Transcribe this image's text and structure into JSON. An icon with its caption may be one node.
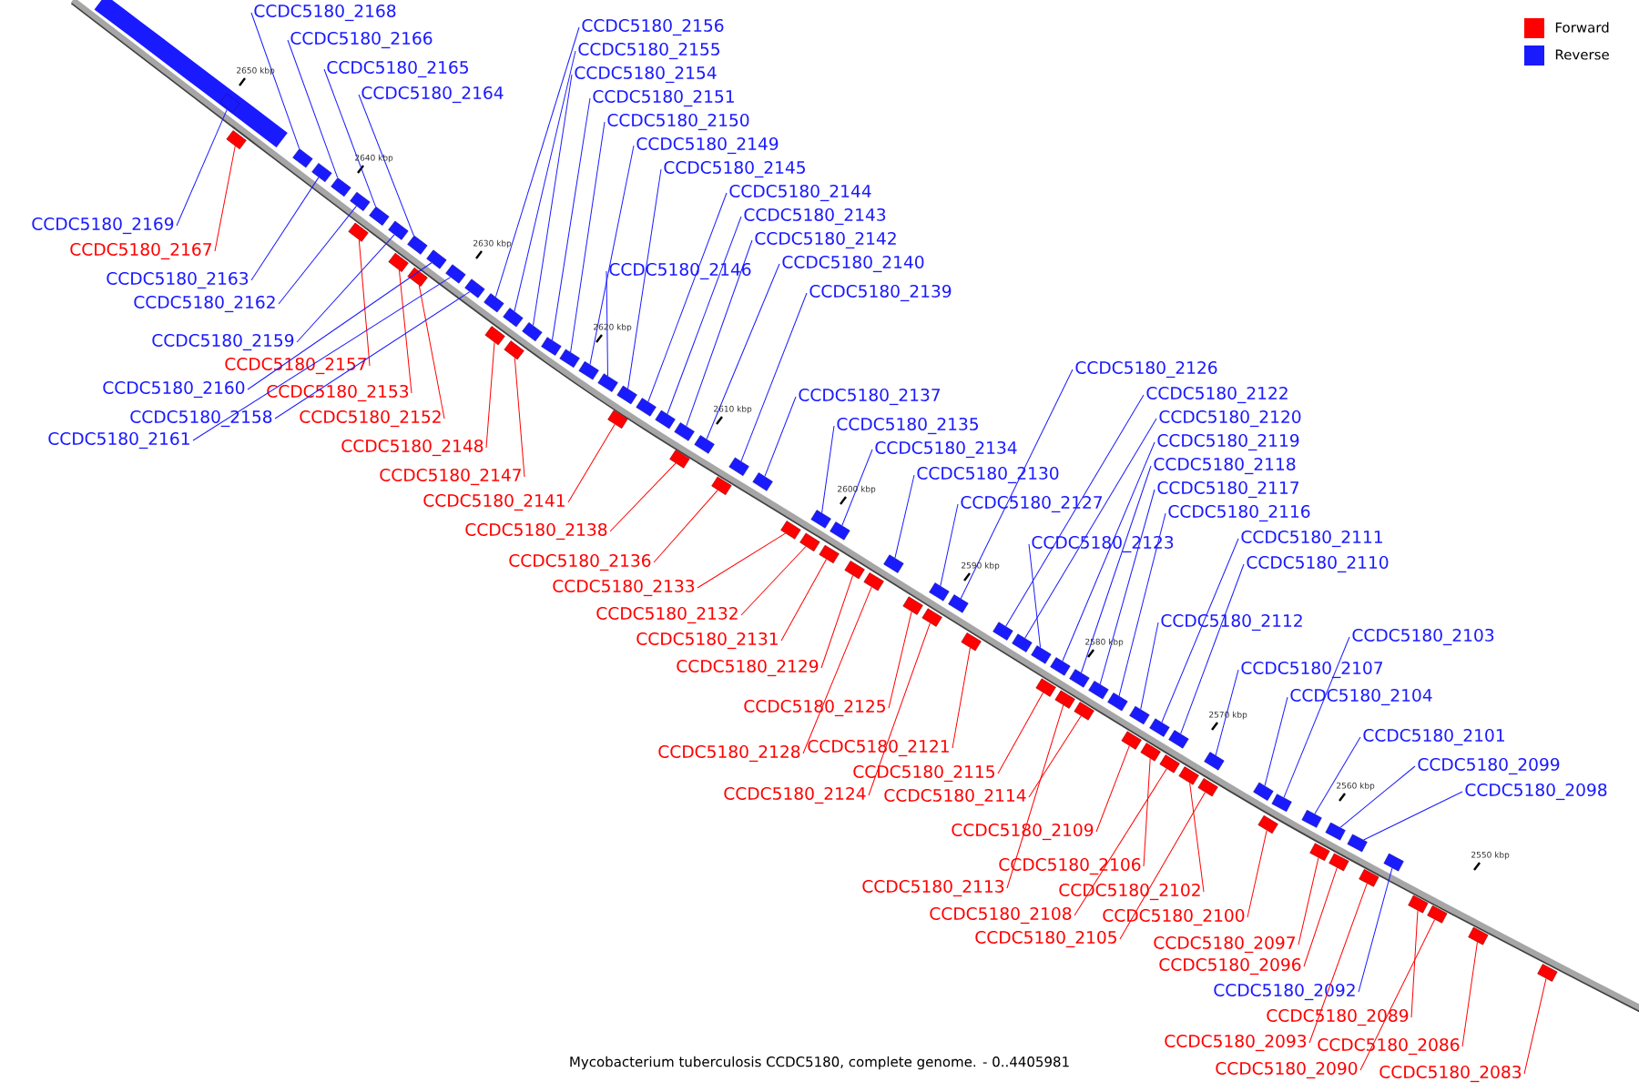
{
  "diagram": {
    "caption": "Mycobacterium tuberculosis CCDC5180, complete genome. - 0..4405981",
    "nodes": [
      {
        "text": [
          "CCDC5180_2168"
        ]
      },
      {
        "text": [
          "CCDC5180_2166"
        ]
      },
      {
        "text": [
          "CCDC5180_2165"
        ]
      },
      {
        "text": [
          "CCDC5180_2164"
        ]
      },
      {
        "text": [
          "CCDC5180_2156"
        ]
      },
      {
        "text": [
          "CCDC5180_2155"
        ]
      },
      {
        "text": [
          "CCDC5180_2154"
        ]
      },
      {
        "text": [
          "CCDC5180_2151"
        ]
      },
      {
        "text": [
          "CCDC5180_2150"
        ]
      },
      {
        "text": [
          "CCDC5180_2149"
        ]
      },
      {
        "text": [
          "CCDC5180_2145"
        ]
      },
      {
        "text": [
          "CCDC5180_2144"
        ]
      },
      {
        "text": [
          "CCDC5180_2143"
        ]
      },
      {
        "text": [
          "CCDC5180_2142"
        ]
      },
      {
        "text": [
          "CCDC5180_2140"
        ]
      },
      {
        "text": [
          "CCDC5180_2146"
        ]
      },
      {
        "text": [
          "CCDC5180_2139"
        ]
      },
      {
        "text": [
          "CCDC5180_2169"
        ]
      },
      {
        "text": [
          "CCDC5180_2167"
        ]
      },
      {
        "text": [
          "CCDC5180_2163"
        ]
      },
      {
        "text": [
          "CCDC5180_2162"
        ]
      },
      {
        "text": [
          "CCDC5180_2159"
        ]
      },
      {
        "text": [
          "CCDC5180_2157"
        ]
      },
      {
        "text": [
          "CCDC5180_2160"
        ]
      },
      {
        "text": [
          "CCDC5180_2153"
        ]
      },
      {
        "text": [
          "CCDC5180_2158"
        ]
      },
      {
        "text": [
          "CCDC5180_2152"
        ]
      },
      {
        "text": [
          "CCDC5180_2161"
        ]
      },
      {
        "text": [
          "CCDC5180_2148"
        ]
      },
      {
        "text": [
          "CCDC5180_2147"
        ]
      },
      {
        "text": [
          "CCDC5180_2137"
        ]
      },
      {
        "text": [
          "CCDC5180_2135"
        ]
      },
      {
        "text": [
          "CCDC5180_2134"
        ]
      },
      {
        "text": [
          "CCDC5180_2130"
        ]
      },
      {
        "text": [
          "CCDC5180_2127"
        ]
      },
      {
        "text": [
          "CCDC5180_2126"
        ]
      },
      {
        "text": [
          "CCDC5180_2122"
        ]
      },
      {
        "text": [
          "CCDC5180_2120"
        ]
      },
      {
        "text": [
          "CCDC5180_2119"
        ]
      },
      {
        "text": [
          "CCDC5180_2118"
        ]
      },
      {
        "text": [
          "CCDC5180_2117"
        ]
      },
      {
        "text": [
          "CCDC5180_2116"
        ]
      },
      {
        "text": [
          "CCDC5180_2123"
        ]
      },
      {
        "text": [
          "CCDC5180_2111"
        ]
      },
      {
        "text": [
          "CCDC5180_2110"
        ]
      },
      {
        "text": [
          "CCDC5180_2112"
        ]
      },
      {
        "text": [
          "CCDC5180_2141"
        ]
      },
      {
        "text": [
          "CCDC5180_2138"
        ]
      },
      {
        "text": [
          "CCDC5180_2136"
        ]
      },
      {
        "text": [
          "CCDC5180_2133"
        ]
      },
      {
        "text": [
          "CCDC5180_2132"
        ]
      },
      {
        "text": [
          "CCDC5180_2131"
        ]
      },
      {
        "text": [
          "CCDC5180_2129"
        ]
      },
      {
        "text": [
          "CCDC5180_2125"
        ]
      },
      {
        "text": [
          "CCDC5180_2128"
        ]
      },
      {
        "text": [
          "CCDC5180_2121"
        ]
      },
      {
        "text": [
          "CCDC5180_2115"
        ]
      },
      {
        "text": [
          "CCDC5180_2124"
        ]
      },
      {
        "text": [
          "CCDC5180_2114"
        ]
      },
      {
        "text": [
          "CCDC5180_2109"
        ]
      },
      {
        "text": [
          "CCDC5180_2106"
        ]
      },
      {
        "text": [
          "CCDC5180_2113"
        ]
      },
      {
        "text": [
          "CCDC5180_2102"
        ]
      },
      {
        "text": [
          "CCDC5180_2108"
        ]
      },
      {
        "text": [
          "CCDC5180_2105"
        ]
      },
      {
        "text": [
          "CCDC5180_2100"
        ]
      },
      {
        "text": [
          "CCDC5180_2103"
        ]
      },
      {
        "text": [
          "CCDC5180_2107"
        ]
      },
      {
        "text": [
          "CCDC5180_2104"
        ]
      },
      {
        "text": [
          "CCDC5180_2101"
        ]
      },
      {
        "text": [
          "CCDC5180_2099"
        ]
      },
      {
        "text": [
          "CCDC5180_2098"
        ]
      },
      {
        "text": [
          "CCDC5180_2097"
        ]
      },
      {
        "text": [
          "CCDC5180_2096"
        ]
      },
      {
        "text": [
          "CCDC5180_2092"
        ]
      },
      {
        "text": [
          "CCDC5180_2089"
        ]
      },
      {
        "text": [
          "CCDC5180_2093"
        ]
      },
      {
        "text": [
          "CCDC5180_2086"
        ]
      },
      {
        "text": [
          "CCDC5180_2090"
        ]
      },
      {
        "text": [
          "CCDC5180_2083"
        ]
      },
      {
        "text": [],
        "shape": "box"
      },
      {
        "text": [],
        "shape": "box"
      },
      {
        "text": [],
        "shape": "box"
      },
      {
        "text": [],
        "shape": "box"
      },
      {
        "text": [],
        "shape": "box"
      },
      {
        "text": [],
        "shape": "box"
      },
      {
        "text": [],
        "shape": "box"
      },
      {
        "text": [],
        "shape": "box"
      },
      {
        "text": [],
        "shape": "box"
      },
      {
        "text": [],
        "shape": "box"
      },
      {
        "text": [],
        "shape": "box"
      },
      {
        "text": [],
        "shape": "box"
      },
      {
        "text": [],
        "shape": "box"
      },
      {
        "text": [],
        "shape": "box"
      },
      {
        "text": [],
        "shape": "box"
      },
      {
        "text": [],
        "shape": "box"
      },
      {
        "text": [],
        "shape": "box"
      },
      {
        "text": [],
        "shape": "box"
      },
      {
        "text": [],
        "shape": "box"
      },
      {
        "text": [],
        "shape": "box"
      },
      {
        "text": [],
        "shape": "box"
      },
      {
        "text": [],
        "shape": "box"
      },
      {
        "text": [],
        "shape": "box"
      },
      {
        "text": [],
        "shape": "box"
      },
      {
        "text": [],
        "shape": "box"
      },
      {
        "text": [],
        "shape": "box"
      },
      {
        "text": [],
        "shape": "box"
      },
      {
        "text": [],
        "shape": "box"
      },
      {
        "text": [],
        "shape": "box"
      },
      {
        "text": [],
        "shape": "box"
      },
      {
        "text": [],
        "shape": "box"
      },
      {
        "text": [],
        "shape": "box"
      },
      {
        "text": [],
        "shape": "box"
      },
      {
        "text": [],
        "shape": "box"
      },
      {
        "text": [],
        "shape": "box"
      },
      {
        "text": [],
        "shape": "box"
      },
      {
        "text": [],
        "shape": "box"
      },
      {
        "text": [],
        "shape": "box"
      },
      {
        "text": [],
        "shape": "box"
      },
      {
        "text": [],
        "shape": "box"
      },
      {
        "text": [],
        "shape": "box"
      },
      {
        "text": [],
        "shape": "box"
      },
      {
        "text": [],
        "shape": "box"
      },
      {
        "text": [],
        "shape": "box"
      },
      {
        "text": [],
        "shape": "box"
      },
      {
        "text": [],
        "shape": "box"
      },
      {
        "text": [],
        "shape": "box"
      },
      {
        "text": [],
        "shape": "box"
      },
      {
        "text": [],
        "shape": "box"
      },
      {
        "text": [],
        "shape": "box"
      },
      {
        "text": [],
        "shape": "box"
      },
      {
        "text": [],
        "shape": "box"
      },
      {
        "text": [],
        "shape": "box"
      },
      {
        "text": [],
        "shape": "box"
      },
      {
        "text": [],
        "shape": "box"
      },
      {
        "text": [],
        "shape": "box"
      },
      {
        "text": [],
        "shape": "box"
      },
      {
        "text": [],
        "shape": "box"
      },
      {
        "text": [],
        "shape": "box"
      },
      {
        "text": [],
        "shape": "box"
      },
      {
        "text": [],
        "shape": "box"
      },
      {
        "text": [],
        "shape": "box"
      },
      {
        "text": [],
        "shape": "box"
      },
      {
        "text": [],
        "shape": "box"
      },
      {
        "text": [],
        "shape": "box"
      },
      {
        "text": [],
        "shape": "box"
      },
      {
        "text": [],
        "shape": "box"
      },
      {
        "text": [],
        "shape": "box"
      },
      {
        "text": [],
        "shape": "box"
      },
      {
        "text": [],
        "shape": "box"
      },
      {
        "text": [],
        "shape": "box"
      },
      {
        "text": [],
        "shape": "box"
      },
      {
        "text": [],
        "shape": "box"
      },
      {
        "text": [],
        "shape": "box"
      },
      {
        "text": [],
        "shape": "box"
      },
      {
        "text": [],
        "shape": "box"
      },
      {
        "text": [],
        "shape": "box"
      },
      {
        "text": [],
        "shape": "box"
      },
      {
        "text": [],
        "shape": "box"
      },
      {
        "text": [],
        "shape": "box"
      }
    ],
    "edges": [
      {
        "from": 0,
        "to": 82,
        "arrow": "none"
      },
      {
        "from": 1,
        "to": 84,
        "arrow": "none"
      },
      {
        "from": 2,
        "to": 87,
        "arrow": "none"
      },
      {
        "from": 3,
        "to": 90,
        "arrow": "none"
      },
      {
        "from": 4,
        "to": 95,
        "arrow": "none"
      },
      {
        "from": 5,
        "to": 97,
        "arrow": "none"
      },
      {
        "from": 6,
        "to": 99,
        "arrow": "none"
      },
      {
        "from": 7,
        "to": 100,
        "arrow": "none"
      },
      {
        "from": 8,
        "to": 101,
        "arrow": "none"
      },
      {
        "from": 9,
        "to": 102,
        "arrow": "none"
      },
      {
        "from": 10,
        "to": 104,
        "arrow": "none"
      },
      {
        "from": 11,
        "to": 106,
        "arrow": "none"
      },
      {
        "from": 12,
        "to": 107,
        "arrow": "none"
      },
      {
        "from": 13,
        "to": 108,
        "arrow": "none"
      },
      {
        "from": 14,
        "to": 110,
        "arrow": "none"
      },
      {
        "from": 15,
        "to": 103,
        "arrow": "none"
      },
      {
        "from": 16,
        "to": 112,
        "arrow": "none"
      },
      {
        "from": 17,
        "to": 80,
        "arrow": "none"
      },
      {
        "from": 18,
        "to": 81,
        "arrow": "none",
        "color": "#ff0000"
      },
      {
        "from": 19,
        "to": 83,
        "arrow": "none"
      },
      {
        "from": 20,
        "to": 85,
        "arrow": "none"
      },
      {
        "from": 21,
        "to": 88,
        "arrow": "none"
      },
      {
        "from": 22,
        "to": 86,
        "arrow": "none",
        "color": "#ff0000"
      },
      {
        "from": 23,
        "to": 92,
        "arrow": "none"
      },
      {
        "from": 24,
        "to": 89,
        "arrow": "none",
        "color": "#ff0000"
      },
      {
        "from": 25,
        "to": 94,
        "arrow": "none"
      },
      {
        "from": 26,
        "to": 91,
        "arrow": "none",
        "color": "#ff0000"
      },
      {
        "from": 27,
        "to": 93,
        "arrow": "none"
      },
      {
        "from": 28,
        "to": 96,
        "arrow": "none",
        "color": "#ff0000"
      },
      {
        "from": 29,
        "to": 98,
        "arrow": "none",
        "color": "#ff0000"
      },
      {
        "from": 30,
        "to": 113,
        "arrow": "none"
      },
      {
        "from": 31,
        "to": 115,
        "arrow": "none"
      },
      {
        "from": 32,
        "to": 117,
        "arrow": "none"
      },
      {
        "from": 33,
        "to": 121,
        "arrow": "none"
      },
      {
        "from": 34,
        "to": 123,
        "arrow": "none"
      },
      {
        "from": 35,
        "to": 125,
        "arrow": "none"
      },
      {
        "from": 36,
        "to": 127,
        "arrow": "none"
      },
      {
        "from": 37,
        "to": 128,
        "arrow": "none"
      },
      {
        "from": 38,
        "to": 131,
        "arrow": "none"
      },
      {
        "from": 39,
        "to": 133,
        "arrow": "none"
      },
      {
        "from": 40,
        "to": 135,
        "arrow": "none"
      },
      {
        "from": 41,
        "to": 136,
        "arrow": "none"
      },
      {
        "from": 42,
        "to": 129,
        "arrow": "none"
      },
      {
        "from": 43,
        "to": 139,
        "arrow": "none"
      },
      {
        "from": 44,
        "to": 141,
        "arrow": "none"
      },
      {
        "from": 45,
        "to": 137,
        "arrow": "none"
      },
      {
        "from": 46,
        "to": 105,
        "arrow": "none",
        "color": "#ff0000"
      },
      {
        "from": 47,
        "to": 109,
        "arrow": "none",
        "color": "#ff0000"
      },
      {
        "from": 48,
        "to": 111,
        "arrow": "none",
        "color": "#ff0000"
      },
      {
        "from": 49,
        "to": 114,
        "arrow": "none",
        "color": "#ff0000"
      },
      {
        "from": 50,
        "to": 116,
        "arrow": "none",
        "color": "#ff0000"
      },
      {
        "from": 51,
        "to": 118,
        "arrow": "none",
        "color": "#ff0000"
      },
      {
        "from": 52,
        "to": 119,
        "arrow": "none",
        "color": "#ff0000"
      },
      {
        "from": 53,
        "to": 122,
        "arrow": "none",
        "color": "#ff0000"
      },
      {
        "from": 54,
        "to": 120,
        "arrow": "none",
        "color": "#ff0000"
      },
      {
        "from": 55,
        "to": 126,
        "arrow": "none",
        "color": "#ff0000"
      },
      {
        "from": 56,
        "to": 130,
        "arrow": "none",
        "color": "#ff0000"
      },
      {
        "from": 57,
        "to": 124,
        "arrow": "none",
        "color": "#ff0000"
      },
      {
        "from": 58,
        "to": 134,
        "arrow": "none",
        "color": "#ff0000"
      },
      {
        "from": 59,
        "to": 138,
        "arrow": "none",
        "color": "#ff0000"
      },
      {
        "from": 60,
        "to": 140,
        "arrow": "none",
        "color": "#ff0000"
      },
      {
        "from": 61,
        "to": 132,
        "arrow": "none",
        "color": "#ff0000"
      },
      {
        "from": 62,
        "to": 143,
        "arrow": "none",
        "color": "#ff0000"
      },
      {
        "from": 63,
        "to": 142,
        "arrow": "none",
        "color": "#ff0000"
      },
      {
        "from": 64,
        "to": 145,
        "arrow": "none",
        "color": "#ff0000"
      },
      {
        "from": 65,
        "to": 147,
        "arrow": "none",
        "color": "#ff0000"
      },
      {
        "from": 66,
        "to": 148,
        "arrow": "none"
      },
      {
        "from": 67,
        "to": 144,
        "arrow": "none"
      },
      {
        "from": 68,
        "to": 146,
        "arrow": "none"
      },
      {
        "from": 69,
        "to": 149,
        "arrow": "none"
      },
      {
        "from": 70,
        "to": 151,
        "arrow": "none"
      },
      {
        "from": 71,
        "to": 153,
        "arrow": "none"
      },
      {
        "from": 72,
        "to": 150,
        "arrow": "none",
        "color": "#ff0000"
      },
      {
        "from": 73,
        "to": 152,
        "arrow": "none",
        "color": "#ff0000"
      },
      {
        "from": 74,
        "to": 155,
        "arrow": "none"
      },
      {
        "from": 75,
        "to": 156,
        "arrow": "none",
        "color": "#ff0000"
      },
      {
        "from": 76,
        "to": 154,
        "arrow": "none",
        "color": "#ff0000"
      },
      {
        "from": 77,
        "to": 158,
        "arrow": "none",
        "color": "#ff0000"
      },
      {
        "from": 78,
        "to": 157,
        "arrow": "none",
        "color": "#ff0000"
      },
      {
        "from": 79,
        "to": 159,
        "arrow": "none",
        "color": "#ff0000"
      }
    ],
    "labels": [
      "2650 kbp",
      "2640 kbp",
      "2630 kbp",
      "2620 kbp",
      "2610 kbp",
      "2600 kbp",
      "2590 kbp",
      "2580 kbp",
      "2570 kbp",
      "2560 kbp",
      "2550 kbp"
    ],
    "legend": [
      {
        "text": "Forward",
        "color": "#ff0000"
      },
      {
        "text": "Reverse",
        "color": "#1a1aff"
      }
    ]
  }
}
